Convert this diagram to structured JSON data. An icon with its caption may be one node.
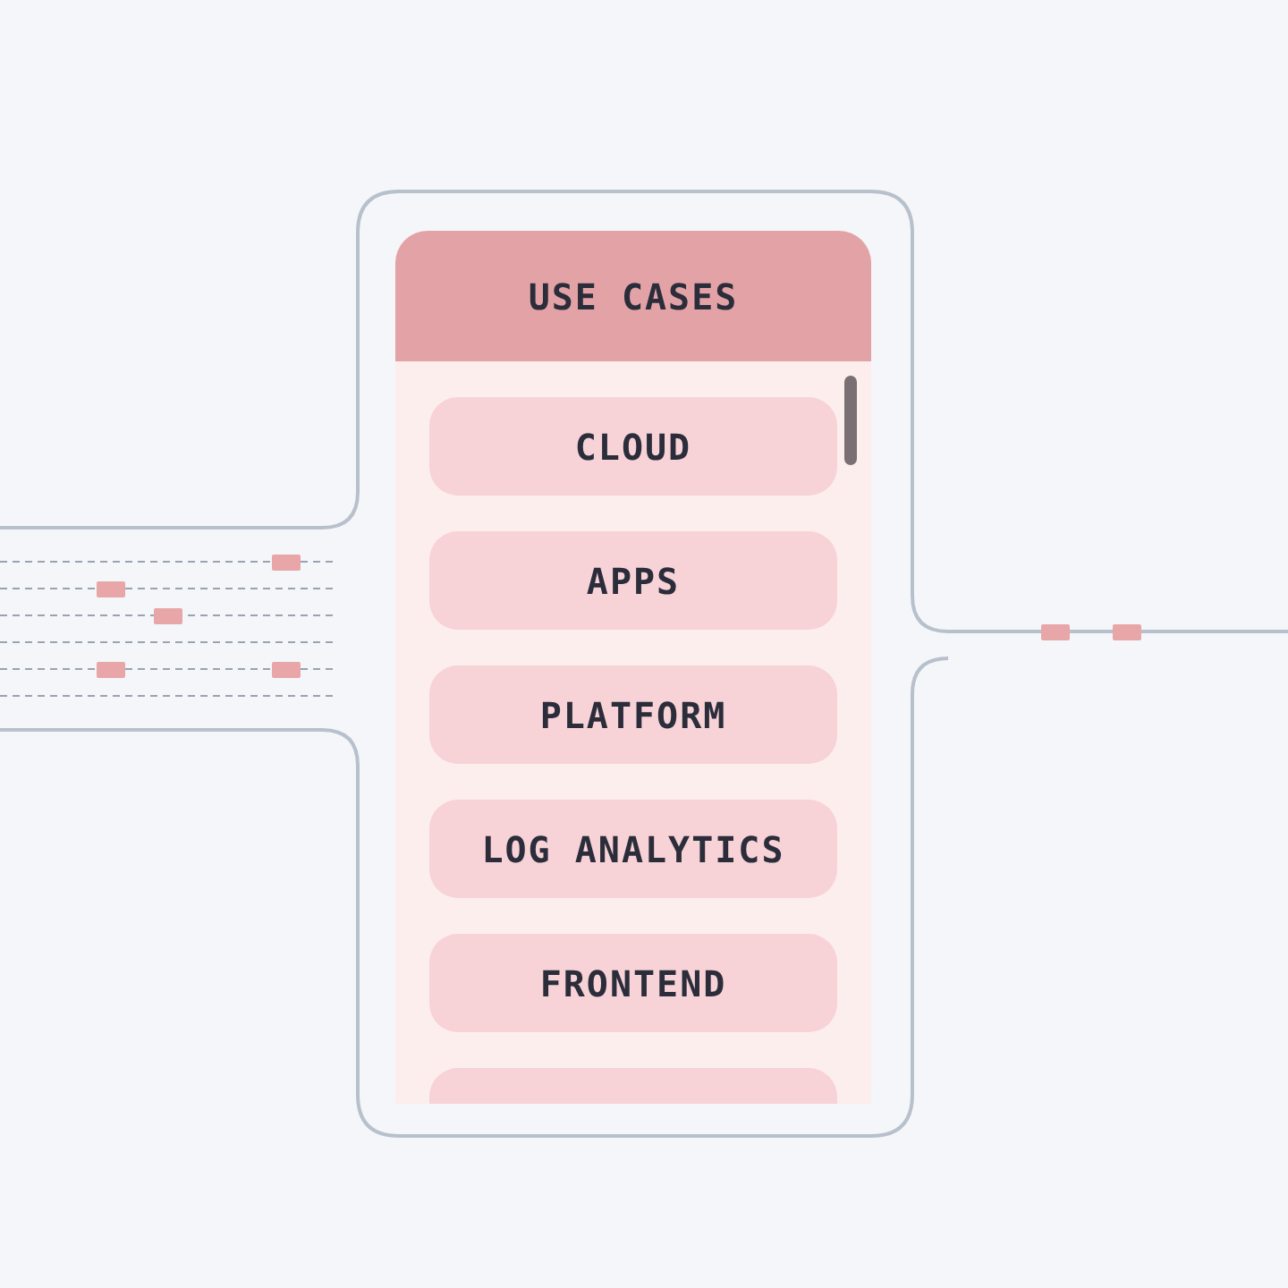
{
  "diagram": {
    "nodes": [
      {
        "text": [
          "USE CASES"
        ]
      },
      {
        "text": [
          "CLOUD"
        ],
        "in": 0
      },
      {
        "text": [
          "APPS"
        ],
        "in": 0
      },
      {
        "text": [
          "PLATFORM"
        ],
        "in": 0
      },
      {
        "text": [
          "LOG ANALYTICS"
        ],
        "in": 0
      },
      {
        "text": [
          "FRONTEND"
        ],
        "in": 0
      },
      {
        "text": [],
        "shape": "box",
        "in": 0
      }
    ]
  }
}
